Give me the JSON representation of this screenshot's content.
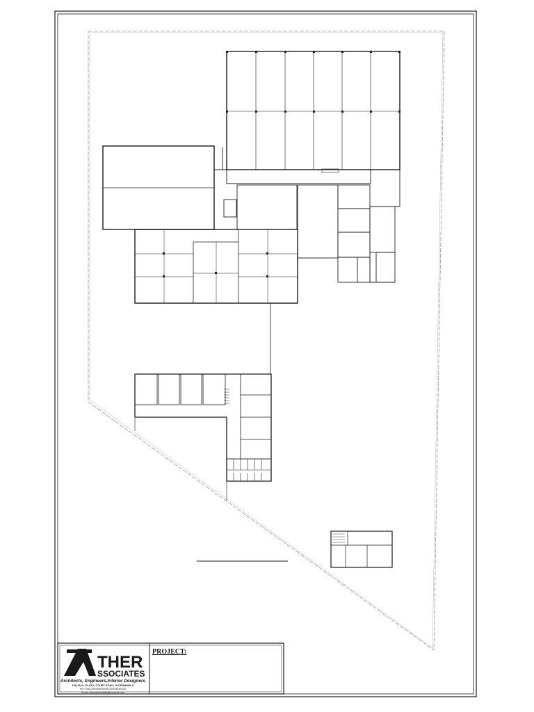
{
  "title_block": {
    "project_label": "PROJECT:",
    "firm_logo": {
      "wordmark_top": "THER",
      "wordmark_bottom": "SSOCIATES",
      "tagline": "Architects, Engineers,Interior Designers",
      "address": "105,JALIL PLAZA, COURT ROAD, GUJRANWALA",
      "phone": "PH:+055-3263565   MOB:0300-8480330",
      "email": "Email: atherassociates@hotmail.com"
    }
  },
  "colors": {
    "ink": "#1a1a1a",
    "thin_line": "#555555",
    "paper": "#ffffff"
  }
}
